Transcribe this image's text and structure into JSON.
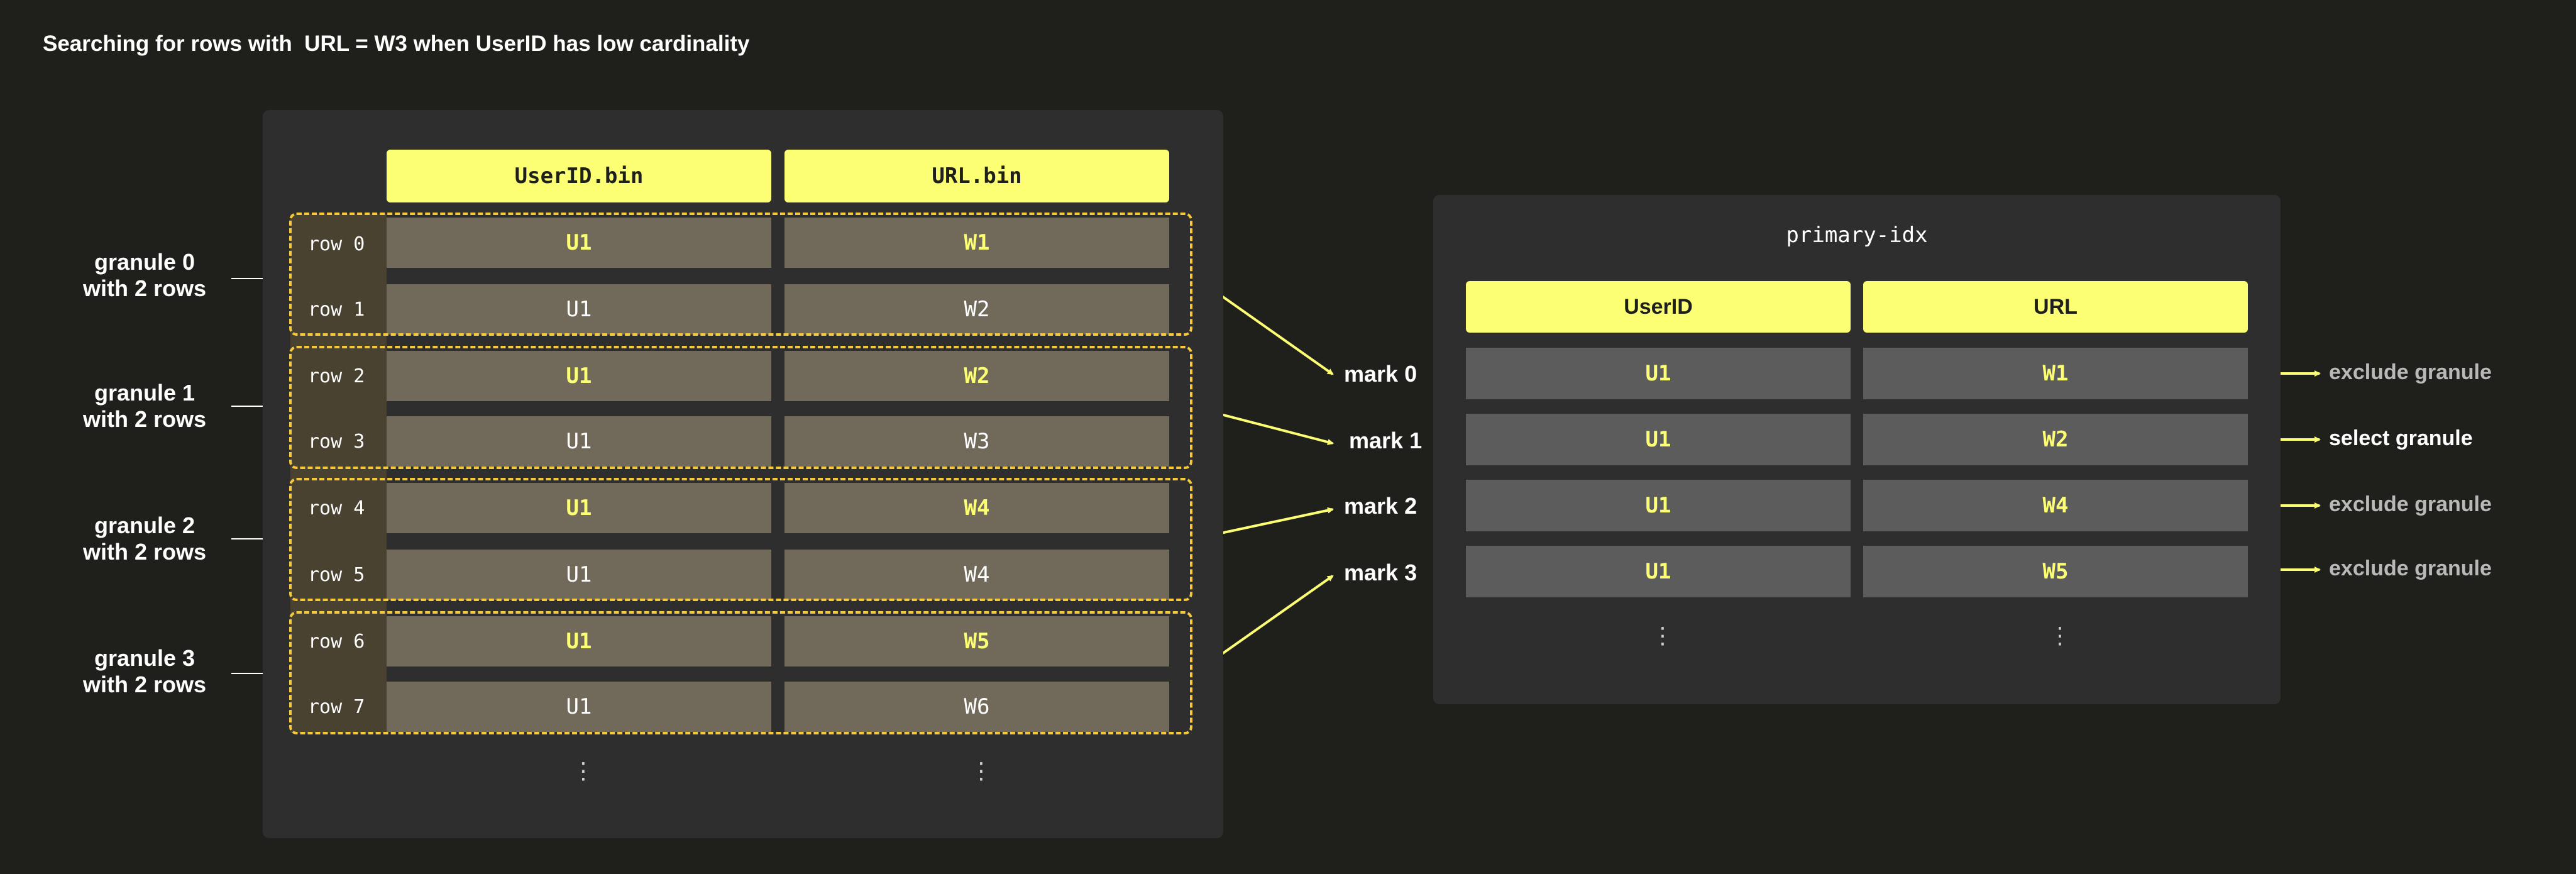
{
  "title": "Searching for rows with  URL = W3 when UserID has low cardinality",
  "data_table": {
    "headers": [
      "UserID.bin",
      "URL.bin"
    ],
    "rows": [
      {
        "label": "row 0",
        "userid": "U1",
        "url": "W1"
      },
      {
        "label": "row 1",
        "userid": "U1",
        "url": "W2"
      },
      {
        "label": "row 2",
        "userid": "U1",
        "url": "W2"
      },
      {
        "label": "row 3",
        "userid": "U1",
        "url": "W3"
      },
      {
        "label": "row 4",
        "userid": "U1",
        "url": "W4"
      },
      {
        "label": "row 5",
        "userid": "U1",
        "url": "W4"
      },
      {
        "label": "row 6",
        "userid": "U1",
        "url": "W5"
      },
      {
        "label": "row 7",
        "userid": "U1",
        "url": "W6"
      }
    ],
    "ellipsis": "⋮"
  },
  "granules": [
    {
      "line1": "granule 0",
      "line2": "with 2 rows"
    },
    {
      "line1": "granule 1",
      "line2": "with 2 rows"
    },
    {
      "line1": "granule 2",
      "line2": "with 2 rows"
    },
    {
      "line1": "granule 3",
      "line2": "with 2 rows"
    }
  ],
  "marks": [
    "mark 0",
    "mark 1",
    "mark 2",
    "mark 3"
  ],
  "primary_index": {
    "title": "primary-idx",
    "headers": [
      "UserID",
      "URL"
    ],
    "rows": [
      {
        "userid": "U1",
        "url": "W1",
        "result": "exclude granule",
        "selected": false
      },
      {
        "userid": "U1",
        "url": "W2",
        "result": "select granule",
        "selected": true
      },
      {
        "userid": "U1",
        "url": "W4",
        "result": "exclude granule",
        "selected": false
      },
      {
        "userid": "U1",
        "url": "W5",
        "result": "exclude granule",
        "selected": false
      }
    ],
    "ellipsis": "⋮"
  },
  "colors": {
    "background": "#1f1f1b",
    "accent_yellow": "#fcff74",
    "granule_border": "#f6c93a",
    "cell": "#716a5b",
    "index_cell": "#5c5c5c"
  }
}
